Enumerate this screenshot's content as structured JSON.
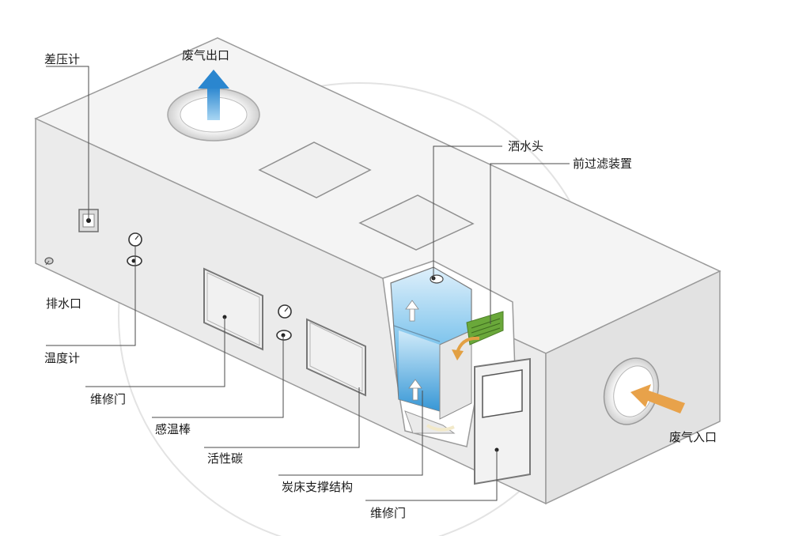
{
  "labels": {
    "exhaust_outlet": "废气出口",
    "pressure_gauge": "差压计",
    "drain_outlet": "排水口",
    "thermometer": "温度计",
    "service_door_left": "维修门",
    "temp_sensor_rod": "感温棒",
    "activated_carbon": "活性碳",
    "carbon_bed_support": "炭床支撑结构",
    "service_door_front": "维修门",
    "sprinkler_head": "洒水头",
    "pre_filter": "前过滤装置",
    "exhaust_inlet": "废气入口"
  },
  "colors": {
    "box_face": "#ececec",
    "box_top": "#f5f5f5",
    "box_edge": "#9a9a9a",
    "water_blue": "#4aa8e0",
    "outlet_arrow": "#3a95d6",
    "inlet_arrow": "#e8a24a",
    "filter_green": "#6aa83a"
  }
}
